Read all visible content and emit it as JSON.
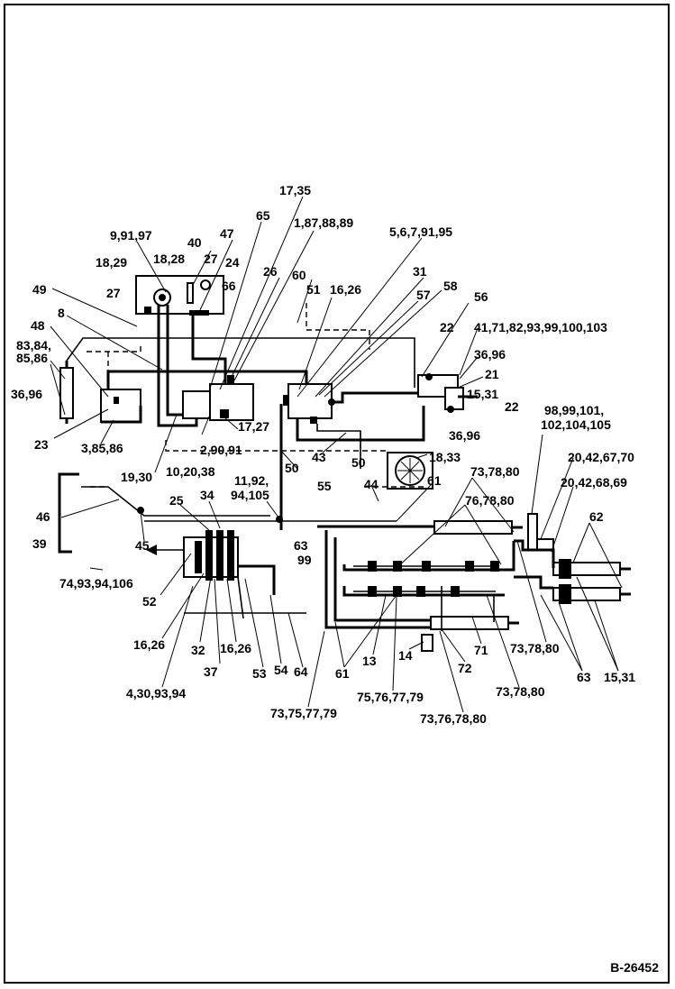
{
  "document_number": "B-26452",
  "callouts": [
    {
      "id": "c01",
      "text": "17,35"
    },
    {
      "id": "c02",
      "text": "65"
    },
    {
      "id": "c03",
      "text": "1,87,88,89"
    },
    {
      "id": "c04",
      "text": "9,91,97"
    },
    {
      "id": "c05",
      "text": "40"
    },
    {
      "id": "c06",
      "text": "47"
    },
    {
      "id": "c07",
      "text": "5,6,7,91,95"
    },
    {
      "id": "c08",
      "text": "18,29"
    },
    {
      "id": "c09",
      "text": "18,28"
    },
    {
      "id": "c10",
      "text": "27"
    },
    {
      "id": "c11",
      "text": "24"
    },
    {
      "id": "c12",
      "text": "26"
    },
    {
      "id": "c13",
      "text": "60"
    },
    {
      "id": "c14",
      "text": "31"
    },
    {
      "id": "c15",
      "text": "49"
    },
    {
      "id": "c16",
      "text": "27"
    },
    {
      "id": "c17",
      "text": "66"
    },
    {
      "id": "c18",
      "text": "51"
    },
    {
      "id": "c19",
      "text": "16,26"
    },
    {
      "id": "c20",
      "text": "58"
    },
    {
      "id": "c21",
      "text": "57"
    },
    {
      "id": "c22",
      "text": "56"
    },
    {
      "id": "c23",
      "text": "8"
    },
    {
      "id": "c24",
      "text": "48"
    },
    {
      "id": "c25",
      "text": "22"
    },
    {
      "id": "c26",
      "text": "41,71,82,93,99,100,103"
    },
    {
      "id": "c27",
      "text": "83,84,"
    },
    {
      "id": "c28",
      "text": "85,86"
    },
    {
      "id": "c29",
      "text": "36,96"
    },
    {
      "id": "c30",
      "text": "36,96"
    },
    {
      "id": "c31",
      "text": "21"
    },
    {
      "id": "c32",
      "text": "15,31"
    },
    {
      "id": "c33",
      "text": "22"
    },
    {
      "id": "c34",
      "text": "23"
    },
    {
      "id": "c35",
      "text": "3,85,86"
    },
    {
      "id": "c36",
      "text": "2,90,91"
    },
    {
      "id": "c37",
      "text": "17,27"
    },
    {
      "id": "c38",
      "text": "36,96"
    },
    {
      "id": "c39",
      "text": "98,99,101,"
    },
    {
      "id": "c40",
      "text": "102,104,105"
    },
    {
      "id": "c41",
      "text": "19,30"
    },
    {
      "id": "c42",
      "text": "10,20,38"
    },
    {
      "id": "c43",
      "text": "50"
    },
    {
      "id": "c44",
      "text": "43"
    },
    {
      "id": "c45",
      "text": "50"
    },
    {
      "id": "c46",
      "text": "18,33"
    },
    {
      "id": "c47",
      "text": "20,42,67,70"
    },
    {
      "id": "c48",
      "text": "11,92,"
    },
    {
      "id": "c49",
      "text": "94,105"
    },
    {
      "id": "c50",
      "text": "55"
    },
    {
      "id": "c51",
      "text": "44"
    },
    {
      "id": "c52",
      "text": "61"
    },
    {
      "id": "c53",
      "text": "73,78,80"
    },
    {
      "id": "c54",
      "text": "20,42,68,69"
    },
    {
      "id": "c55",
      "text": "25"
    },
    {
      "id": "c56",
      "text": "34"
    },
    {
      "id": "c57",
      "text": "46"
    },
    {
      "id": "c58",
      "text": "76,78,80"
    },
    {
      "id": "c59",
      "text": "62"
    },
    {
      "id": "c60",
      "text": "39"
    },
    {
      "id": "c61",
      "text": "45"
    },
    {
      "id": "c62",
      "text": "63"
    },
    {
      "id": "c63",
      "text": "99"
    },
    {
      "id": "c64",
      "text": "74,93,94,106"
    },
    {
      "id": "c65",
      "text": "52"
    },
    {
      "id": "c66",
      "text": "16,26"
    },
    {
      "id": "c67",
      "text": "32"
    },
    {
      "id": "c68",
      "text": "16,26"
    },
    {
      "id": "c69",
      "text": "71"
    },
    {
      "id": "c70",
      "text": "73,78,80"
    },
    {
      "id": "c71",
      "text": "37"
    },
    {
      "id": "c72",
      "text": "53"
    },
    {
      "id": "c73",
      "text": "54"
    },
    {
      "id": "c74",
      "text": "64"
    },
    {
      "id": "c75",
      "text": "61"
    },
    {
      "id": "c76",
      "text": "13"
    },
    {
      "id": "c77",
      "text": "14"
    },
    {
      "id": "c78",
      "text": "72"
    },
    {
      "id": "c79",
      "text": "63"
    },
    {
      "id": "c80",
      "text": "15,31"
    },
    {
      "id": "c81",
      "text": "4,30,93,94"
    },
    {
      "id": "c82",
      "text": "75,76,77,79"
    },
    {
      "id": "c83",
      "text": "73,78,80"
    },
    {
      "id": "c84",
      "text": "73,75,77,79"
    },
    {
      "id": "c85",
      "text": "73,76,78,80"
    }
  ]
}
